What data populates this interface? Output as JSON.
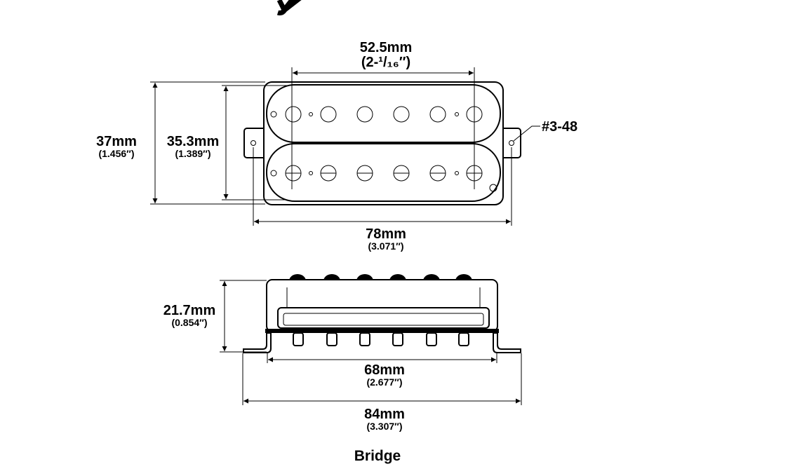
{
  "top_view": {
    "pole_spacing": {
      "mm": "52.5mm",
      "inch": "(2-¹/₁₆″)"
    },
    "outer_height": {
      "mm": "37mm",
      "inch": "(1.456″)"
    },
    "inner_height": {
      "mm": "35.3mm",
      "inch": "(1.389″)"
    },
    "total_width": {
      "mm": "78mm",
      "inch": "(3.071″)"
    },
    "screw_label": "#3-48"
  },
  "side_view": {
    "height": {
      "mm": "21.7mm",
      "inch": "(0.854″)"
    },
    "base_width": {
      "mm": "68mm",
      "inch": "(2.677″)"
    },
    "total_width": {
      "mm": "84mm",
      "inch": "(3.307″)"
    }
  },
  "caption": "Bridge"
}
